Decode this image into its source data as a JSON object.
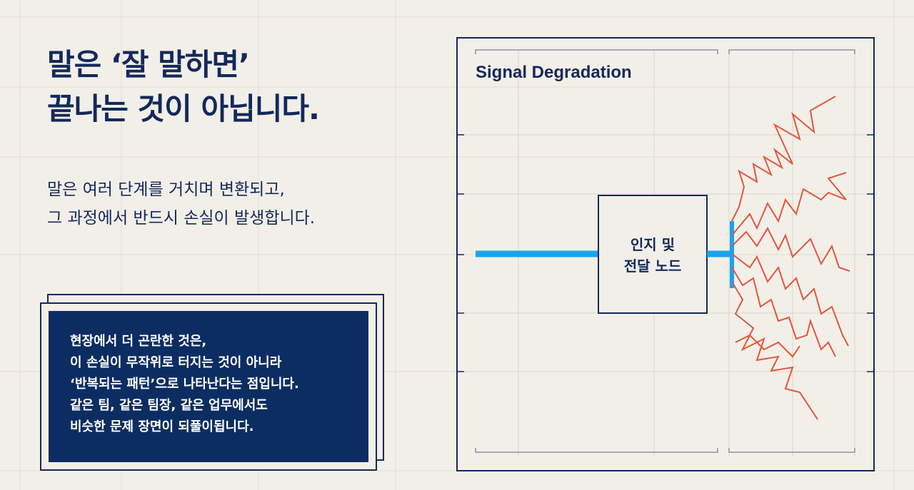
{
  "headline": {
    "line1": "말은 ‘잘 말하면’",
    "line2": "끝나는 것이 아닙니다."
  },
  "subtext": {
    "line1": "말은 여러 단계를 거치며 변환되고,",
    "line2": "그 과정에서 반드시 손실이 발생합니다."
  },
  "callout": {
    "lines": [
      "현장에서 더 곤란한 것은,",
      "이 손실이 무작위로 터지는 것이 아니라",
      "‘반복되는 패턴’으로 나타난다는 점입니다.",
      "같은 팀, 같은 팀장, 같은 업무에서도",
      "비슷한 문제 장면이 되풀이됩니다."
    ]
  },
  "diagram": {
    "title": "Signal Degradation",
    "node_line1": "인지 및",
    "node_line2": "전달 노드"
  },
  "colors": {
    "navy": "#13295b",
    "card_fill": "#0c2d62",
    "signal_blue": "#1aa3ef",
    "noise_red": "#e2563e",
    "background": "#f2efe8"
  }
}
